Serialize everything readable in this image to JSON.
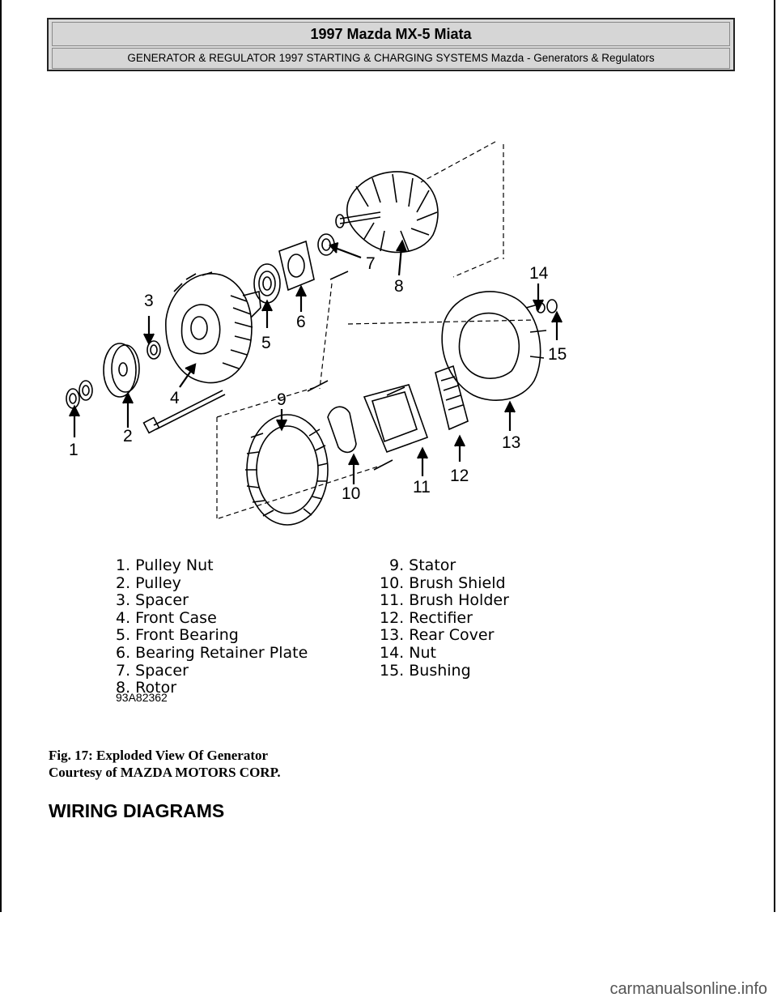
{
  "header": {
    "title": "1997 Mazda MX-5 Miata",
    "subtitle": "GENERATOR & REGULATOR 1997 STARTING & CHARGING SYSTEMS Mazda - Generators & Regulators"
  },
  "figure": {
    "callouts": [
      "1",
      "2",
      "3",
      "4",
      "5",
      "6",
      "7",
      "8",
      "9",
      "10",
      "11",
      "12",
      "13",
      "14",
      "15"
    ],
    "legend_left": [
      "1. Pulley Nut",
      "2. Pulley",
      "3. Spacer",
      "4. Front Case",
      "5. Front Bearing",
      "6. Bearing Retainer Plate",
      "7. Spacer",
      "8. Rotor"
    ],
    "legend_right": [
      "9. Stator",
      "10. Brush Shield",
      "11. Brush Holder",
      "12. Rectifier",
      "13. Rear Cover",
      "14. Nut",
      "15. Bushing"
    ],
    "code": "93A82362"
  },
  "caption": {
    "line1": "Fig. 17: Exploded View Of Generator",
    "line2": "Courtesy of MAZDA MOTORS CORP."
  },
  "section_heading": "WIRING DIAGRAMS",
  "footer": "carmanualsonline.info"
}
